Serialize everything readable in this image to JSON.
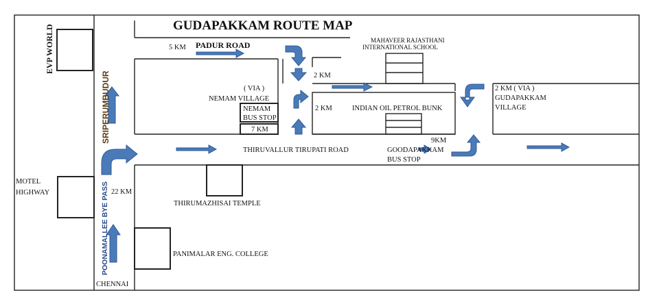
{
  "title": "GUDAPAKKAM ROUTE MAP",
  "colors": {
    "arrow": "#4a7ab8",
    "arrow_stroke": "#2f5a94",
    "line": "#222222",
    "road_name_vertical": "#5a3b12",
    "bypass_name": "#2a4a8a"
  },
  "labels": {
    "evp_world": "EVP WORLD",
    "sriperumbudur": "SRIPERUMBUDUR",
    "poonamallee": "POONAMALLEE BYE PASS",
    "motel_line1": "MOTEL",
    "motel_line2": "HIGHWAY",
    "chennai": "CHENNAI",
    "dist_22": "22 KM",
    "dist_5": "5 KM",
    "padur_road": "PADUR ROAD",
    "via": "( VIA )",
    "nemam_village": "NEMAM VILLAGE",
    "nemam_stop_line1": "NEMAM",
    "nemam_stop_line2": "BUS STOP",
    "dist_7": "7 KM",
    "dist_2a": "2 KM",
    "dist_2b": "2 KM",
    "indian_oil": "INDIAN OIL PETROL BUNK",
    "school_line1": "MAHAVEER RAJASTHANI",
    "school_line2": "INTERNATIONAL SCHOOL",
    "gudapakkam_via_line1": "2 KM ( VIA )",
    "gudapakkam_via_line2": "GUDAPAKKAM",
    "gudapakkam_via_line3": "VILLAGE",
    "dist_9": "9KM",
    "goodapakkam_stop_line1": "GOODAPAKKAM",
    "goodapakkam_stop_line2": "BUS STOP",
    "thiruvallur_road": "THIRUVALLUR TIRUPATI ROAD",
    "thirumazhisai": "THIRUMAZHISAI TEMPLE",
    "panimalar": "PANIMALAR ENG. COLLEGE"
  }
}
